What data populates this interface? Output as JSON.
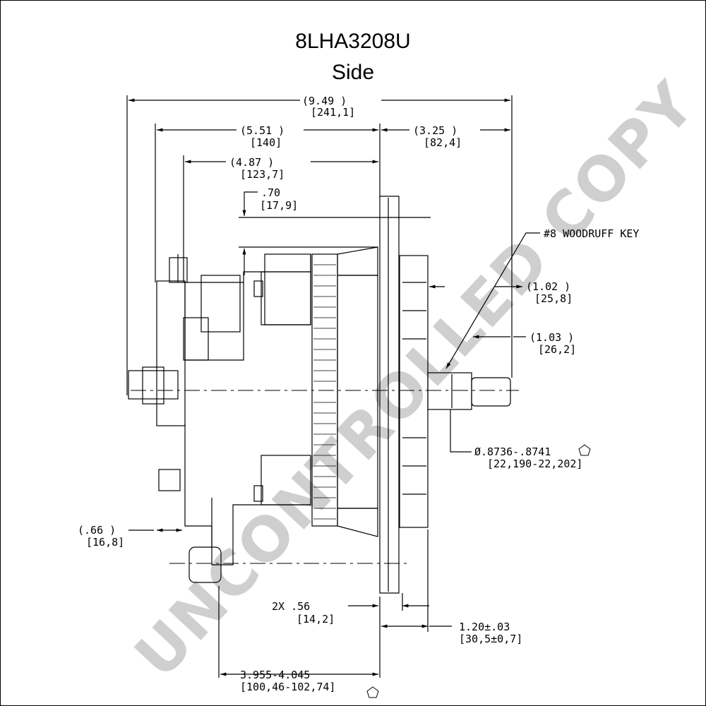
{
  "title": {
    "model": "8LHA3208U",
    "view": "Side"
  },
  "watermark": "UNCONTROLLED COPY",
  "dimensions": {
    "overall_in": "(9.49    )",
    "overall_mm": "[241,1]",
    "body_in": "(5.51  )",
    "body_mm": "[140]",
    "rear_in": "(4.87    )",
    "rear_mm": "[123,7]",
    "front_in": "(3.25   )",
    "front_mm": "[82,4]",
    "offset_in": ".70",
    "offset_mm": "[17,9]",
    "key_label": "#8 WOODRUFF KEY",
    "fan_in": "(1.02   )",
    "fan_mm": "[25,8]",
    "shaft_in": "(1.03   )",
    "shaft_mm": "[26,2]",
    "diameter_in": "Ø.8736-.8741",
    "diameter_mm": "[22,190-22,202]",
    "terminal_in": "(.66     )",
    "terminal_mm": "[16,8]",
    "ears_in": "2X .56",
    "ears_mm": "[14,2]",
    "pulley_in": "1.20±.03",
    "pulley_mm": "[30,5±0,7]",
    "mount_in": "3.955-4.045",
    "mount_mm": "[100,46-102,74]"
  },
  "colors": {
    "line": "#000000",
    "watermark": "#cfcfcf"
  }
}
